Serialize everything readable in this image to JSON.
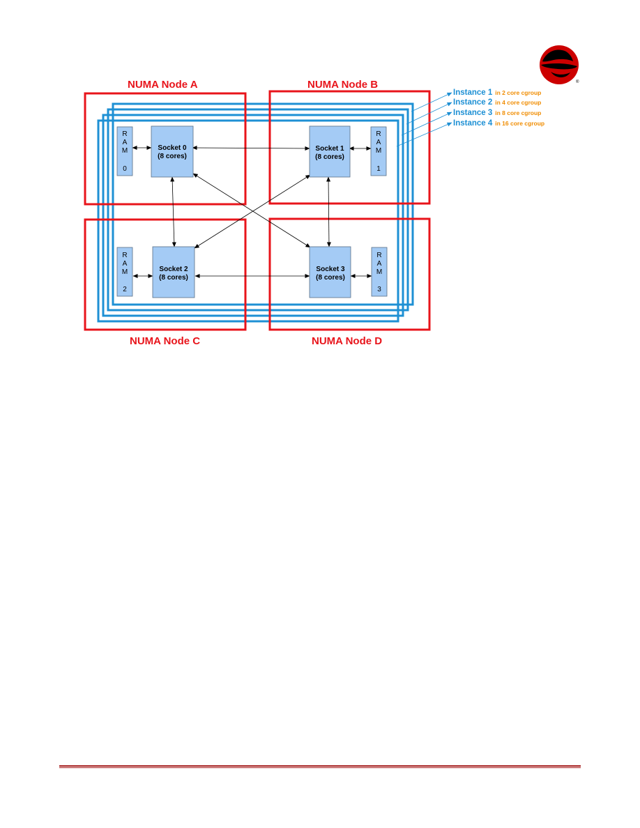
{
  "colors": {
    "numa": "#e8141b",
    "cgroup": "#1e90d4",
    "cgroup_desc": "#f08c00",
    "socket_fill": "#a4cbf5"
  },
  "logo": {
    "icon": "red-hat-logo",
    "mark": "®"
  },
  "nodes": {
    "a": {
      "title": "NUMA Node A"
    },
    "b": {
      "title": "NUMA Node B"
    },
    "c": {
      "title": "NUMA Node C"
    },
    "d": {
      "title": "NUMA Node D"
    }
  },
  "sockets": [
    {
      "line1": "Socket 0",
      "line2": "(8 cores)"
    },
    {
      "line1": "Socket 1",
      "line2": "(8 cores)"
    },
    {
      "line1": "Socket 2",
      "line2": "(8 cores)"
    },
    {
      "line1": "Socket 3",
      "line2": "(8 cores)"
    }
  ],
  "rams": [
    {
      "r": "R",
      "a": "A",
      "m": "M",
      "num": "0"
    },
    {
      "r": "R",
      "a": "A",
      "m": "M",
      "num": "1"
    },
    {
      "r": "R",
      "a": "A",
      "m": "M",
      "num": "2"
    },
    {
      "r": "R",
      "a": "A",
      "m": "M",
      "num": "3"
    }
  ],
  "instances": [
    {
      "name": "Instance 1",
      "desc": "in 2 core cgroup"
    },
    {
      "name": "Instance 2",
      "desc": "in 4 core cgroup"
    },
    {
      "name": "Instance 3",
      "desc": "in 8 core cgroup"
    },
    {
      "name": "Instance 4",
      "desc": "in 16 core cgroup"
    }
  ]
}
